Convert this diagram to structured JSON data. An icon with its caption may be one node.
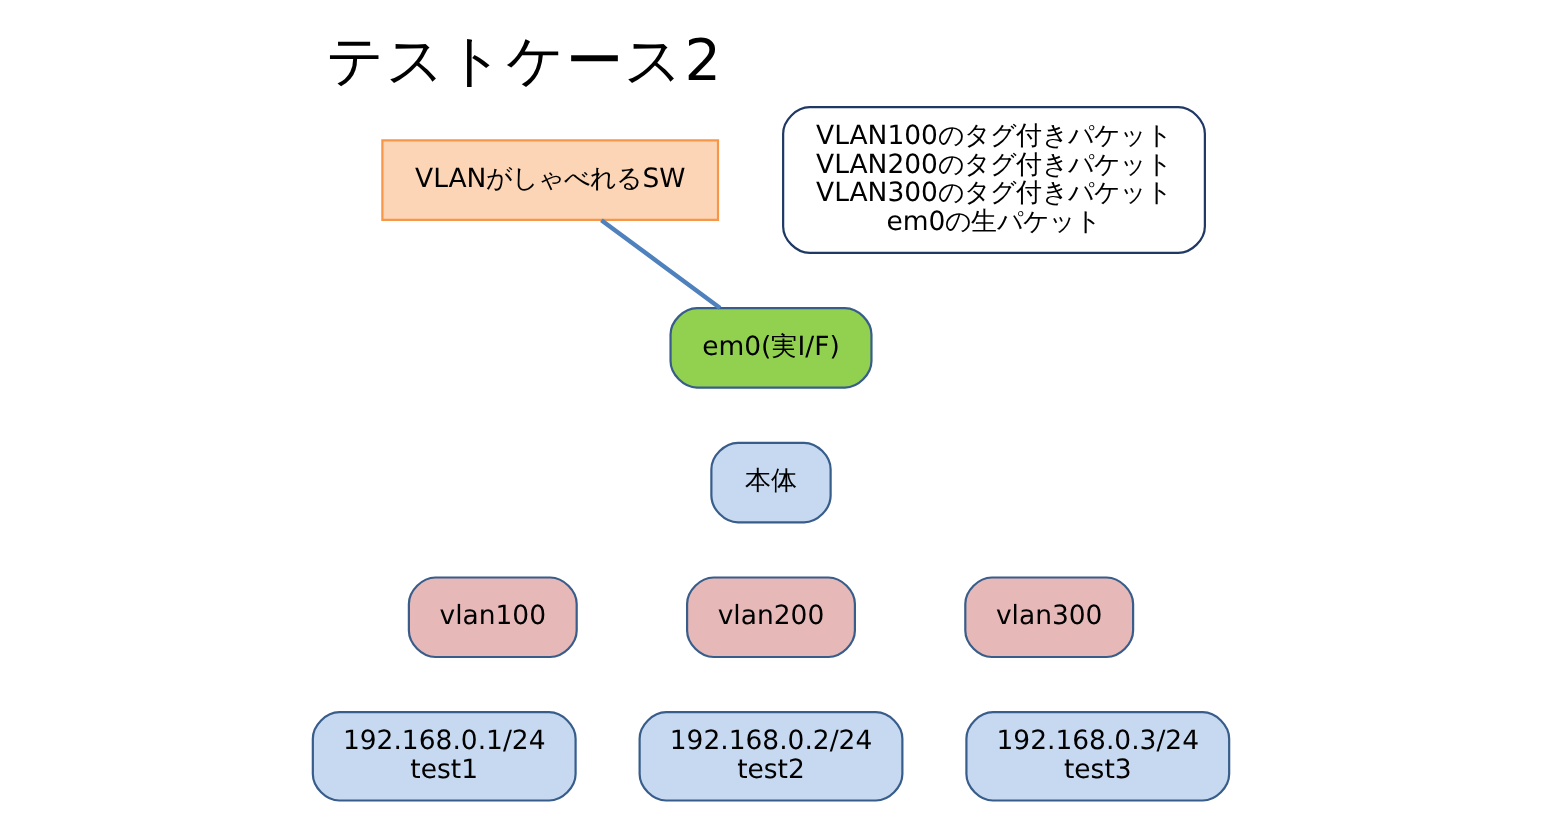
{
  "diagram": {
    "title": "テストケース2",
    "nodes": [
      {
        "text": [
          "VLANがしゃべれるSW"
        ]
      },
      {
        "text": [
          "VLAN100のタグ付きパケット VLAN200のタグ付きパケット VLAN300のタグ付きパケット em0の生パケット"
        ]
      },
      {
        "text": [
          "em0(実I/F)"
        ]
      },
      {
        "text": [
          "本体"
        ]
      },
      {
        "text": [
          "vlan100"
        ]
      },
      {
        "text": [
          "vlan200"
        ]
      },
      {
        "text": [
          "vlan300"
        ]
      },
      {
        "text": [
          "192.168.0.1/24",
          "test1"
        ]
      },
      {
        "text": [
          "192.168.0.2/24",
          "test2"
        ]
      },
      {
        "text": [
          "192.168.0.3/24",
          "test3"
        ]
      }
    ],
    "edges": [
      {
        "from": 0,
        "to": 2,
        "arrow": "none"
      }
    ]
  }
}
